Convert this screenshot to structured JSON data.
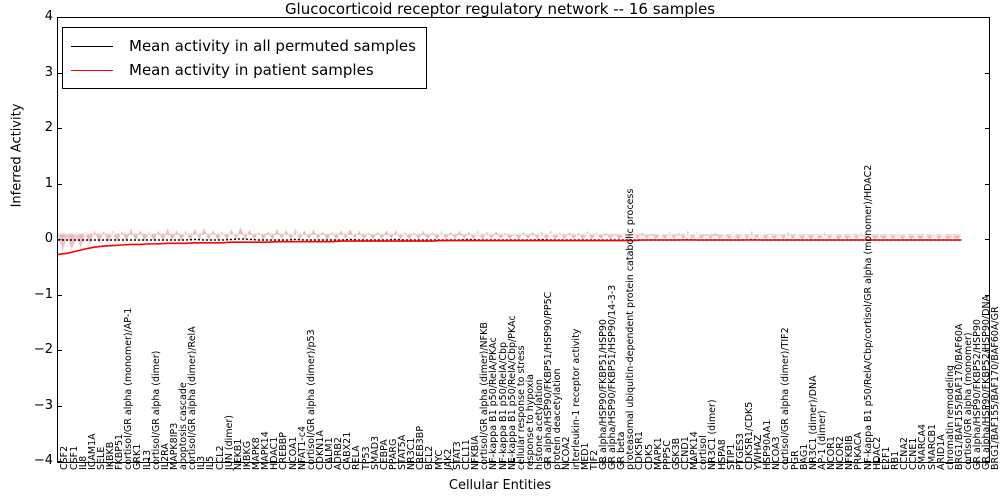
{
  "chart_data": {
    "type": "line",
    "title": "Glucocorticoid receptor regulatory network -- 16 samples",
    "xlabel": "Cellular Entities",
    "ylabel": "Inferred Activity",
    "ylim": [
      -4,
      4
    ],
    "yticks": [
      -4,
      -3,
      -2,
      -1,
      0,
      1,
      2,
      3,
      4
    ],
    "ytick_labels": [
      "−4",
      "−3",
      "−2",
      "−1",
      "0",
      "1",
      "2",
      "3",
      "4"
    ],
    "grid": false,
    "legend_position": "upper left",
    "series": [
      {
        "name": "Mean activity in all permuted samples",
        "color": "#000000",
        "linestyle": "dotted",
        "band_color": "#c8c8c8",
        "values": [
          0.0,
          0.0,
          0.0,
          0.0,
          0.0,
          0.0,
          0.0,
          0.0,
          0.0,
          0.0,
          0.0,
          0.0,
          0.0,
          0.0,
          0.0,
          0.01,
          0.0,
          0.0,
          0.0,
          0.01,
          0.02,
          0.01,
          0.0,
          0.0,
          0.0,
          0.0,
          0.01,
          0.0,
          0.0,
          0.0,
          0.0,
          0.0,
          0.01,
          0.0,
          0.0,
          0.0,
          0.0,
          0.01,
          0.0,
          0.0,
          0.0,
          0.0,
          0.0,
          0.0,
          0.0,
          0.01,
          0.0,
          0.0,
          0.0,
          0.0,
          0.0,
          0.0,
          0.0,
          0.01,
          0.0,
          0.0,
          0.0,
          0.0,
          0.0,
          0.0,
          0.0,
          0.0,
          0.0,
          0.0,
          0.0,
          0.0,
          0.0,
          0.0,
          0.0,
          0.01,
          0.0,
          0.0,
          0.0,
          0.0,
          0.0,
          0.0,
          0.01,
          0.0,
          0.0,
          0.0,
          0.0,
          0.0,
          0.0,
          0.0,
          0.0,
          0.0,
          0.0,
          0.0,
          0.0,
          0.0,
          0.0,
          0.0,
          0.0,
          0.0,
          0.0,
          0.0,
          0.0,
          0.0,
          0.0,
          0.0
        ],
        "band_half_width": [
          0.12,
          0.14,
          0.16,
          0.15,
          0.13,
          0.16,
          0.18,
          0.15,
          0.13,
          0.15,
          0.17,
          0.14,
          0.12,
          0.15,
          0.18,
          0.2,
          0.17,
          0.14,
          0.16,
          0.19,
          0.21,
          0.18,
          0.15,
          0.13,
          0.16,
          0.19,
          0.21,
          0.18,
          0.15,
          0.13,
          0.16,
          0.18,
          0.2,
          0.17,
          0.14,
          0.12,
          0.15,
          0.18,
          0.16,
          0.13,
          0.11,
          0.14,
          0.17,
          0.15,
          0.12,
          0.15,
          0.18,
          0.16,
          0.13,
          0.11,
          0.14,
          0.16,
          0.13,
          0.16,
          0.18,
          0.15,
          0.12,
          0.14,
          0.17,
          0.15,
          0.12,
          0.1,
          0.13,
          0.16,
          0.14,
          0.11,
          0.13,
          0.16,
          0.14,
          0.17,
          0.15,
          0.12,
          0.1,
          0.13,
          0.15,
          0.13,
          0.16,
          0.14,
          0.11,
          0.13,
          0.15,
          0.13,
          0.1,
          0.12,
          0.15,
          0.13,
          0.11,
          0.13,
          0.15,
          0.12,
          0.1,
          0.12,
          0.14,
          0.12,
          0.1,
          0.12,
          0.14,
          0.12,
          0.1,
          0.11
        ]
      },
      {
        "name": "Mean activity in patient samples",
        "color": "#ff0000",
        "linestyle": "solid",
        "band_color": "#f4a0a0",
        "values": [
          -0.26,
          -0.24,
          -0.2,
          -0.16,
          -0.13,
          -0.11,
          -0.1,
          -0.09,
          -0.08,
          -0.08,
          -0.07,
          -0.07,
          -0.06,
          -0.06,
          -0.06,
          -0.05,
          -0.05,
          -0.05,
          -0.05,
          -0.04,
          -0.04,
          -0.04,
          -0.04,
          -0.04,
          -0.03,
          -0.03,
          -0.03,
          -0.03,
          -0.03,
          -0.03,
          -0.03,
          -0.02,
          -0.02,
          -0.02,
          -0.02,
          -0.02,
          -0.02,
          -0.02,
          -0.02,
          -0.02,
          -0.02,
          -0.02,
          -0.01,
          -0.01,
          -0.01,
          -0.01,
          -0.01,
          -0.01,
          -0.01,
          -0.01,
          -0.01,
          -0.01,
          -0.01,
          -0.01,
          -0.01,
          -0.01,
          -0.01,
          -0.01,
          -0.01,
          -0.01,
          -0.01,
          -0.01,
          -0.01,
          -0.01,
          0.0,
          0.0,
          0.0,
          0.0,
          0.0,
          0.0,
          0.0,
          0.0,
          0.0,
          0.0,
          0.0,
          0.0,
          0.0,
          0.0,
          0.0,
          0.0,
          0.0,
          0.0,
          0.0,
          0.0,
          0.0,
          0.0,
          0.0,
          0.0,
          0.0,
          0.0,
          0.0,
          0.0,
          0.0,
          0.0,
          0.0,
          0.0,
          0.0,
          0.0,
          0.0,
          0.0
        ],
        "band_half_width": [
          0.36,
          0.3,
          0.24,
          0.26,
          0.32,
          0.27,
          0.22,
          0.25,
          0.3,
          0.26,
          0.21,
          0.24,
          0.28,
          0.24,
          0.2,
          0.23,
          0.27,
          0.23,
          0.19,
          0.22,
          0.26,
          0.22,
          0.18,
          0.2,
          0.24,
          0.2,
          0.17,
          0.19,
          0.23,
          0.19,
          0.16,
          0.18,
          0.21,
          0.18,
          0.15,
          0.17,
          0.2,
          0.17,
          0.14,
          0.16,
          0.19,
          0.16,
          0.13,
          0.15,
          0.18,
          0.15,
          0.12,
          0.14,
          0.17,
          0.14,
          0.12,
          0.14,
          0.16,
          0.13,
          0.11,
          0.13,
          0.15,
          0.13,
          0.1,
          0.12,
          0.14,
          0.12,
          0.1,
          0.12,
          0.14,
          0.11,
          0.09,
          0.11,
          0.13,
          0.11,
          0.09,
          0.11,
          0.13,
          0.1,
          0.08,
          0.1,
          0.12,
          0.1,
          0.08,
          0.1,
          0.12,
          0.1,
          0.08,
          0.09,
          0.11,
          0.09,
          0.07,
          0.09,
          0.11,
          0.09,
          0.07,
          0.09,
          0.1,
          0.08,
          0.07,
          0.08,
          0.1,
          0.08,
          0.06,
          0.07
        ]
      }
    ],
    "xtick_labels": [
      "CSF2",
      "CSF1",
      "IL8",
      "ICAM1A",
      "SELE",
      "IKBKB",
      "FKBP51",
      "cortisol/GR alpha (monomer)/AP-1",
      "GRK1",
      "IL13",
      "cortisol/GR alpha (dimer)",
      "IL2RA",
      "MAPK8IP3",
      "apoptosis cascade",
      "cortisol/GR alpha (dimer)/RelA",
      "IL3",
      "IL5",
      "CCL2",
      "JUN (dimer)",
      "NFKB1",
      "IKBKG",
      "MAPK8",
      "MAPK14",
      "HDAC1",
      "CREBBP",
      "NCOA1",
      "NFAT1-c4",
      "cortisol/GR alpha (dimer)/p53",
      "CDKN1A",
      "CALM1",
      "ADRB2",
      "CABX21",
      "RELA",
      "TP53",
      "SMAD3",
      "CEBPA",
      "PPARG",
      "STAT5A",
      "NR3C1",
      "CREB3BP",
      "BCL2",
      "MYC",
      "JAK2",
      "STAT3",
      "CCL11",
      "NFKBIA",
      "cortisol/GR alpha (dimer)/NFKB",
      "NF-kappa B1 p50/RelA/PKAc",
      "NF-kappa B1 p50/RelA/Cbp",
      "NF-kappa B1 p50/RelA/Cbp/PKAc",
      "cellular response to stress",
      "response to hypoxia",
      "histone acetylation",
      "GR alpha/HSP90/FKBP51/HSP90/PP5C",
      "protein deacetylation",
      "NCOA2",
      "interleukin-1 receptor activity",
      "MED1",
      "TIF2",
      "GR alpha/HSP90/FKBP51/HSP90",
      "GR alpha/HSP90/FKBP51/HSP90/14-3-3",
      "GR beta",
      "proteasomal ubiquitin-dependent protein catabolic process",
      "CDK5R1",
      "CDK5",
      "MAPK1",
      "PPP5C",
      "GSK3B",
      "CCND1",
      "MAPK14",
      "cortisol",
      "NR3C1 (dimer)",
      "HSPA8",
      "STIP1",
      "PTGES3",
      "CDK5R1/CDK5",
      "YWHAZ",
      "HSP90AA1",
      "NCOA3",
      "cortisol/GR alpha (dimer)/TIF2",
      "PGR",
      "BAG1",
      "NR3C1 (dimer)/DNA",
      "AP-1 (dimer)",
      "NCOR1",
      "NCOR2",
      "NFKBIB",
      "PRKACA",
      "NF-kappa B1 p50/RelA/Cbp/cortisol/GR alpha (monomer)/HDAC2",
      "HDAC2",
      "E2F1",
      "RB1",
      "CCNA2",
      "CCNE1",
      "SMARCA4",
      "SMARCB1",
      "ARID1A",
      "chromatin remodeling",
      "BRG1/BAF155/BAF170/BAF60A",
      "cortisol/GR alpha (monomer)",
      "GR alpha/HSP90/FKBP52/HSP90",
      "GR alpha/HSP90/FKBP52/HSP90/DNA",
      "BRG1/BAF155/BAF170/BAF60A/GR"
    ]
  }
}
